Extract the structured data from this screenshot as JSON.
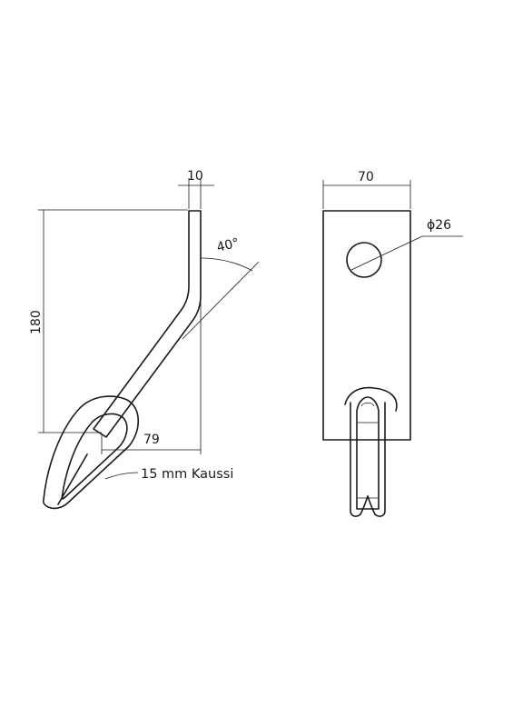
{
  "dimensions": {
    "thickness": "10",
    "height": "180",
    "angle": "40°",
    "offset": "79",
    "width": "70",
    "hole_diameter": "ϕ26"
  },
  "labels": {
    "thimble": "15 mm Kaussi"
  }
}
